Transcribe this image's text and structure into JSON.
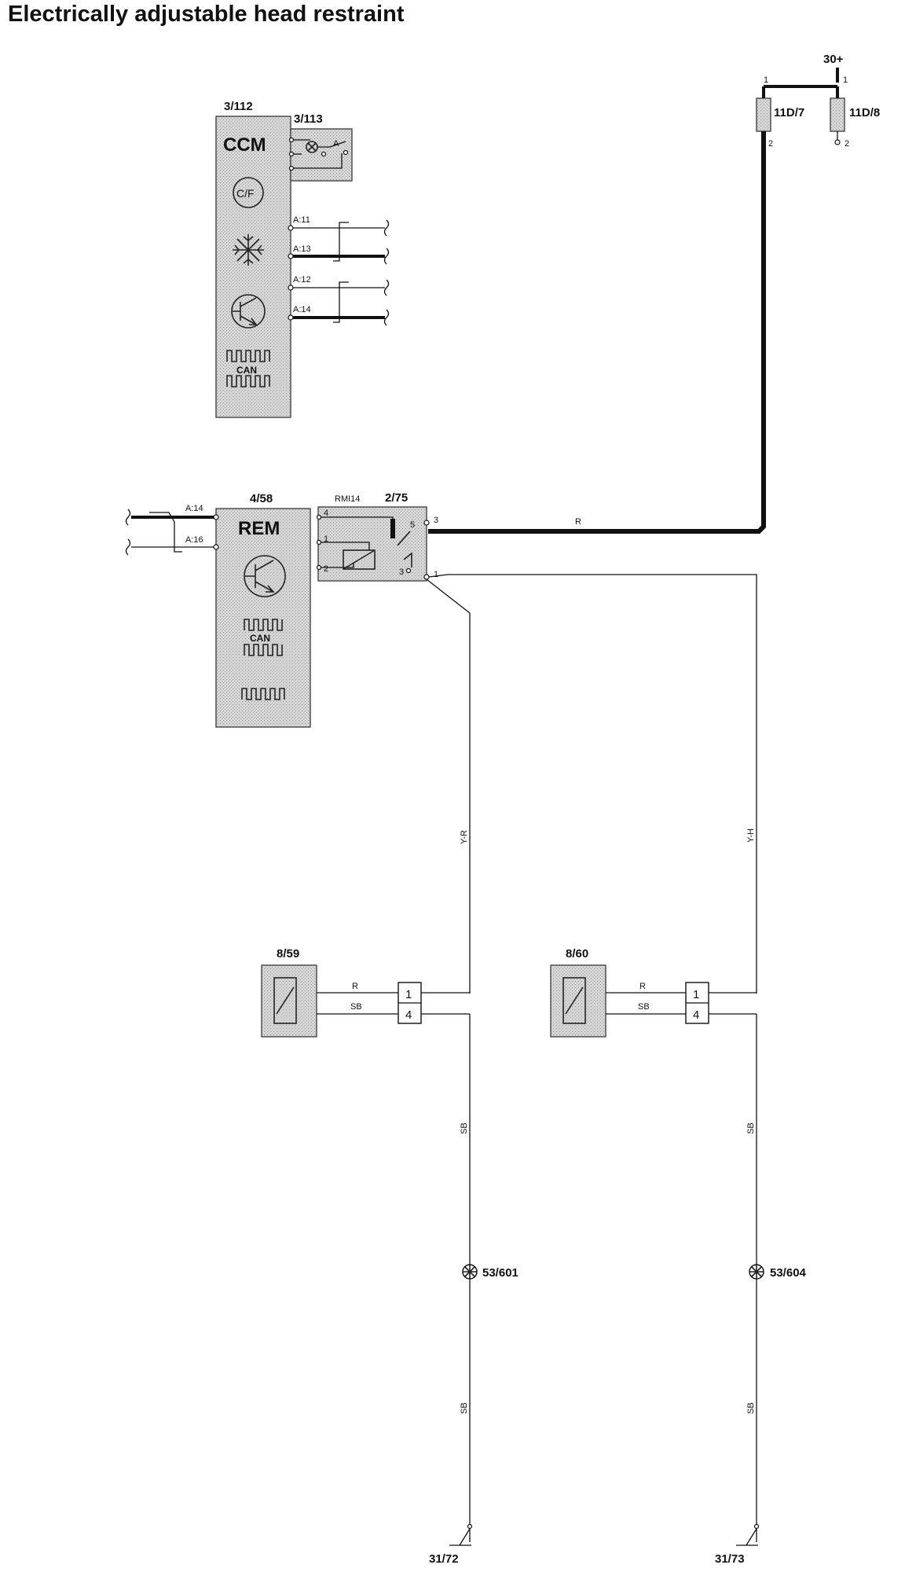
{
  "title": "Electrically adjustable head restraint",
  "components": {
    "ccm": {
      "ref": "3/112",
      "name": "CCM",
      "temp_label": "C/F",
      "can_label": "CAN"
    },
    "ccm_aux": {
      "ref": "3/113",
      "pin_label": "A"
    },
    "rem": {
      "ref": "4/58",
      "name": "REM",
      "can_label": "CAN"
    },
    "relay": {
      "ref": "2/75",
      "type": "RMI14",
      "pins": [
        "4",
        "1",
        "2",
        "5",
        "3",
        "1",
        "3"
      ]
    },
    "fuse_a": {
      "ref": "11D/7",
      "pin_top": "1",
      "pin_bottom": "2"
    },
    "fuse_b": {
      "ref": "11D/8",
      "pin_top": "1",
      "pin_bottom": "2"
    },
    "supply": {
      "ref": "30+"
    },
    "motor_left": {
      "ref": "8/59",
      "pins": [
        "1",
        "4"
      ]
    },
    "motor_right": {
      "ref": "8/60",
      "pins": [
        "1",
        "4"
      ]
    },
    "splice_left": {
      "ref": "53/601"
    },
    "splice_right": {
      "ref": "53/604"
    },
    "ground_left": {
      "ref": "31/72"
    },
    "ground_right": {
      "ref": "31/73"
    }
  },
  "ccm_pins": [
    "A:11",
    "A:13",
    "A:12",
    "A:14"
  ],
  "rem_pins": [
    "A:14",
    "A:16"
  ],
  "wire_colors": {
    "supply": "R",
    "left_riser": "Y-R",
    "right_riser": "Y-H",
    "motor_left_r": "R",
    "motor_left_sb": "SB",
    "motor_right_r": "R",
    "motor_right_sb": "SB",
    "ground_left_upper": "SB",
    "ground_left_lower": "SB",
    "ground_right_upper": "SB",
    "ground_right_lower": "SB"
  }
}
